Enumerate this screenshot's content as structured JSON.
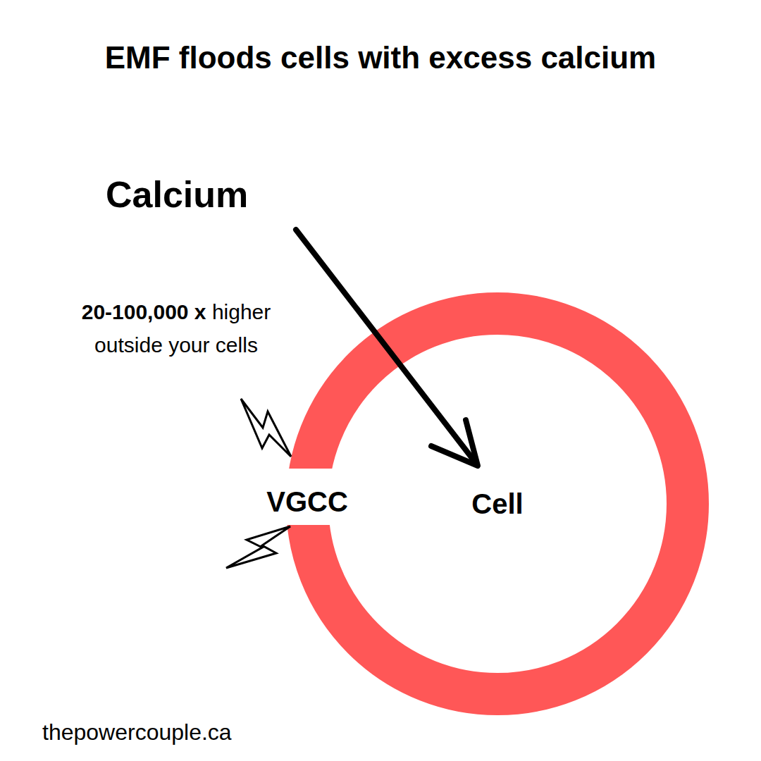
{
  "diagram": {
    "title": "EMF floods cells with excess calcium",
    "nodes": [
      {
        "text": [
          "Cell"
        ]
      }
    ],
    "labels": [
      "Calcium",
      "20-100,000 x",
      "higher outside your cells",
      "VGCC",
      "thepowercouple.ca"
    ]
  }
}
